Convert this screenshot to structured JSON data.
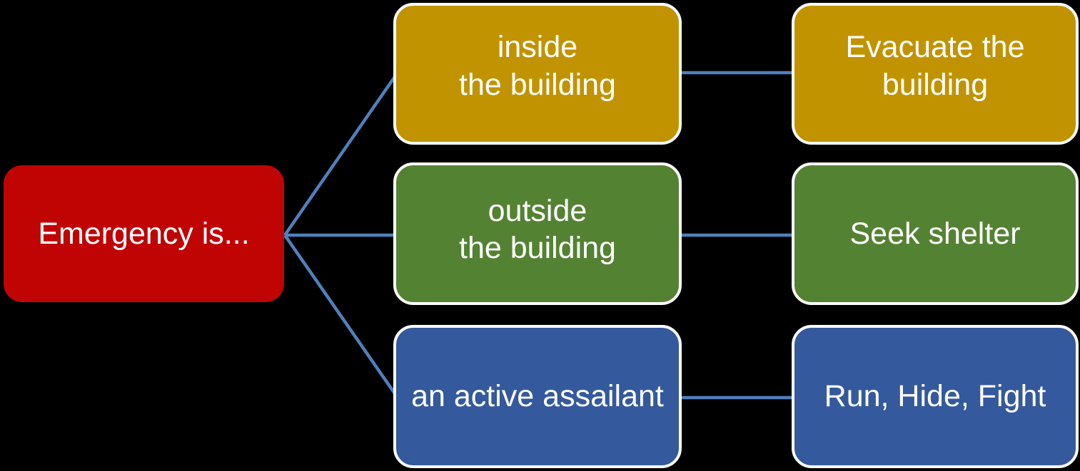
{
  "diagram": {
    "background_color": "#000000",
    "connector_color": "#4e80bc",
    "text_color": "#ffffff",
    "border_color": "#ffffff",
    "root": {
      "label": "Emergency is...",
      "color": "#c00404"
    },
    "branches": [
      {
        "condition": {
          "label": "inside\nthe building",
          "color": "#c19300"
        },
        "action": {
          "label": "Evacuate the\nbuilding",
          "color": "#c19300"
        }
      },
      {
        "condition": {
          "label": "outside\nthe building",
          "color": "#548233"
        },
        "action": {
          "label": "Seek shelter",
          "color": "#548233"
        }
      },
      {
        "condition": {
          "label": "an active assailant",
          "color": "#34599d"
        },
        "action": {
          "label": "Run, Hide, Fight",
          "color": "#34599d"
        }
      }
    ]
  }
}
